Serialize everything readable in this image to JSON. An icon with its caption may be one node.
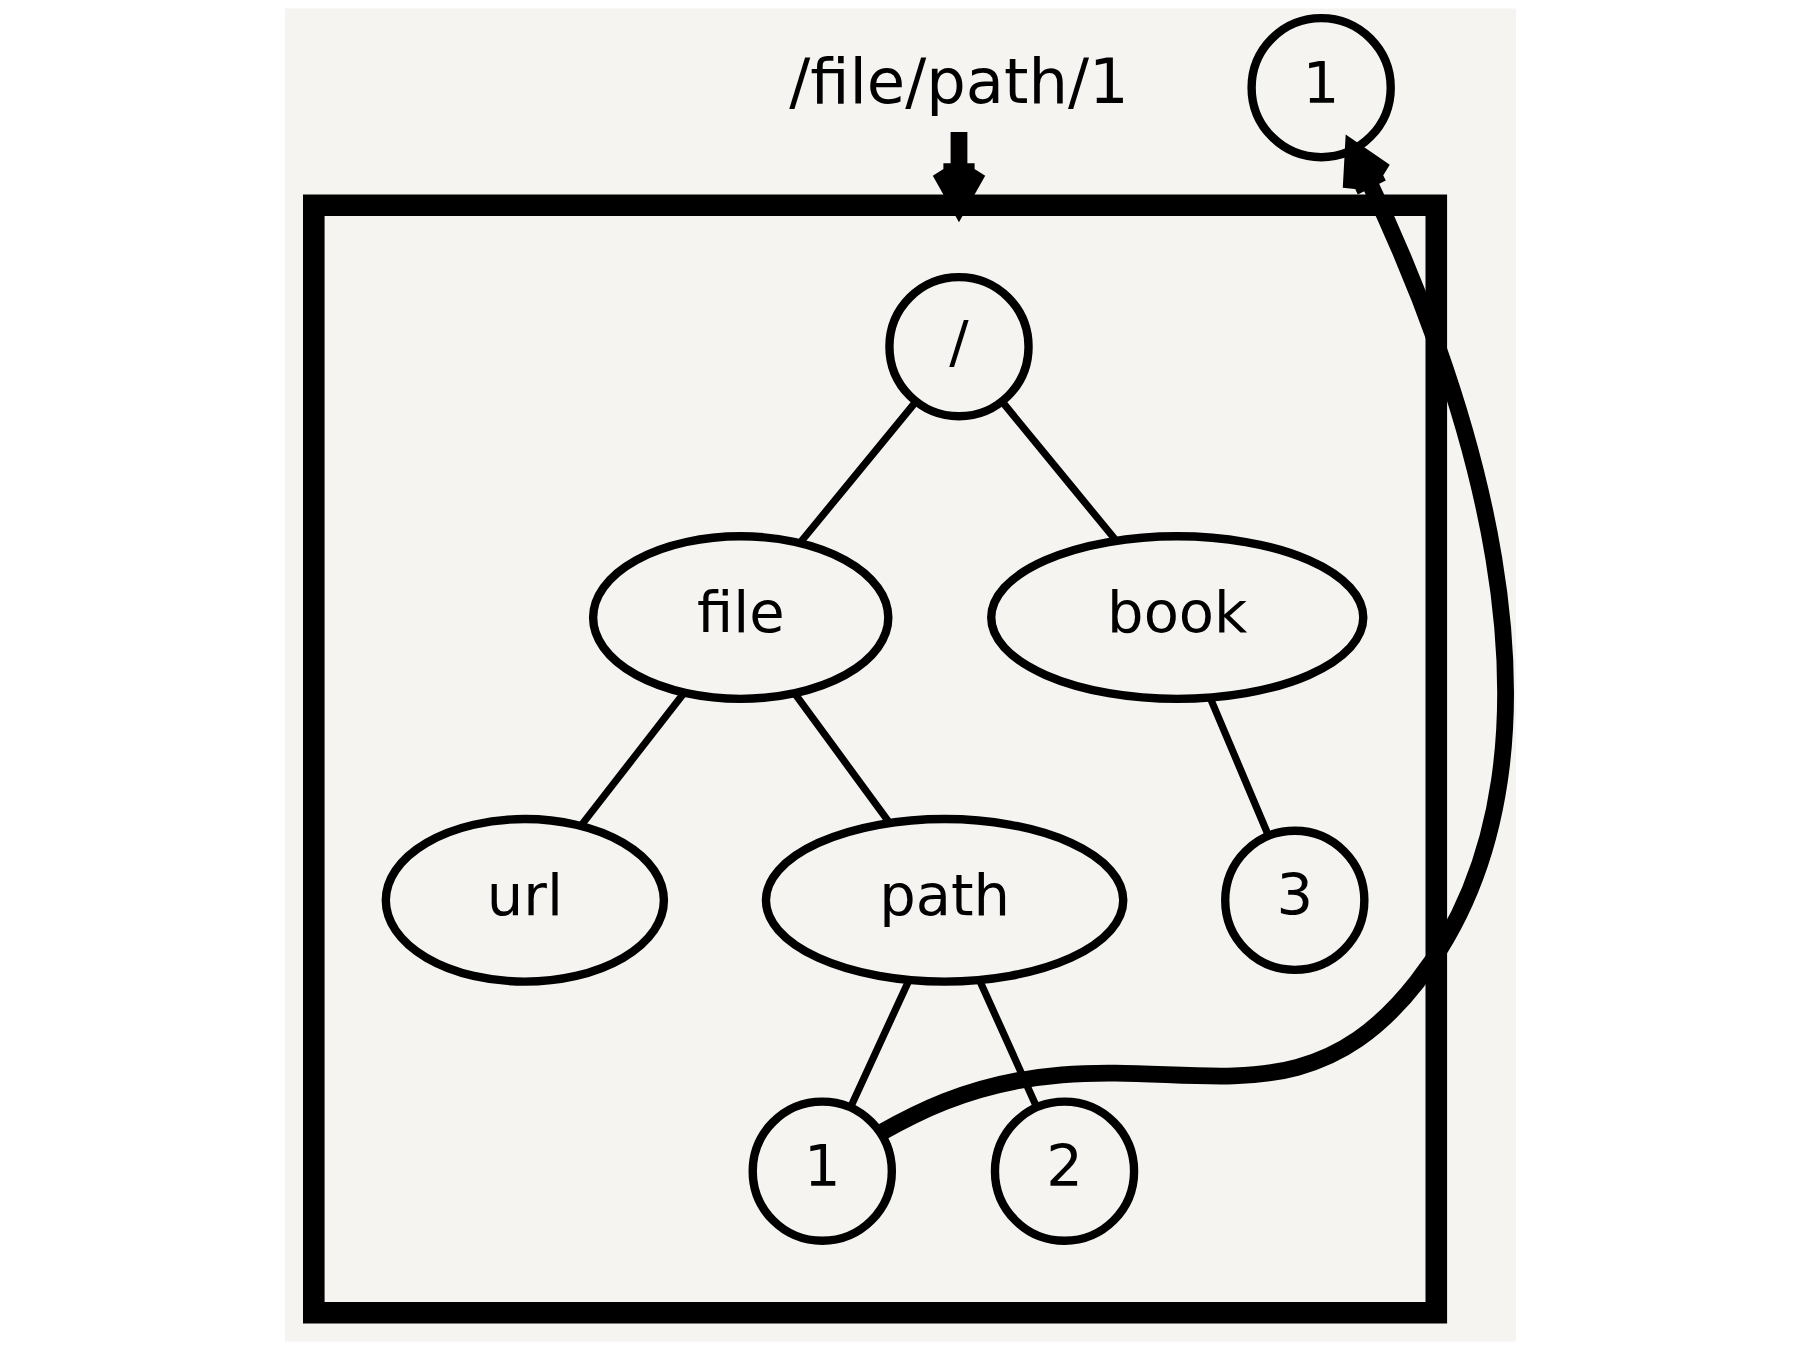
{
  "diagram": {
    "nodes": [
      {
        "text": [
          "/file/path/1"
        ]
      },
      {
        "text": [],
        "shape": "box"
      },
      {
        "text": [
          "/"
        ],
        "in": 1
      },
      {
        "text": [
          "file"
        ],
        "in": 1
      },
      {
        "text": [
          "book"
        ],
        "in": 1
      },
      {
        "text": [
          "url"
        ],
        "in": 1
      },
      {
        "text": [
          "path"
        ],
        "in": 1
      },
      {
        "text": [
          "3"
        ],
        "in": 1
      },
      {
        "text": [
          "1"
        ],
        "in": 1
      },
      {
        "text": [
          "2"
        ],
        "in": 1
      },
      {
        "text": [
          "1"
        ]
      }
    ],
    "edges": [
      {
        "from": 0,
        "to": 1,
        "arrow": "to",
        "style": "thick"
      },
      {
        "from": 2,
        "to": 3,
        "arrow": "none"
      },
      {
        "from": 2,
        "to": 4,
        "arrow": "none"
      },
      {
        "from": 3,
        "to": 5,
        "arrow": "none"
      },
      {
        "from": 3,
        "to": 6,
        "arrow": "none"
      },
      {
        "from": 4,
        "to": 7,
        "arrow": "none"
      },
      {
        "from": 6,
        "to": 8,
        "arrow": "none"
      },
      {
        "from": 6,
        "to": 9,
        "arrow": "none"
      },
      {
        "from": 8,
        "to": 10,
        "arrow": "to",
        "style": "thick"
      }
    ]
  }
}
